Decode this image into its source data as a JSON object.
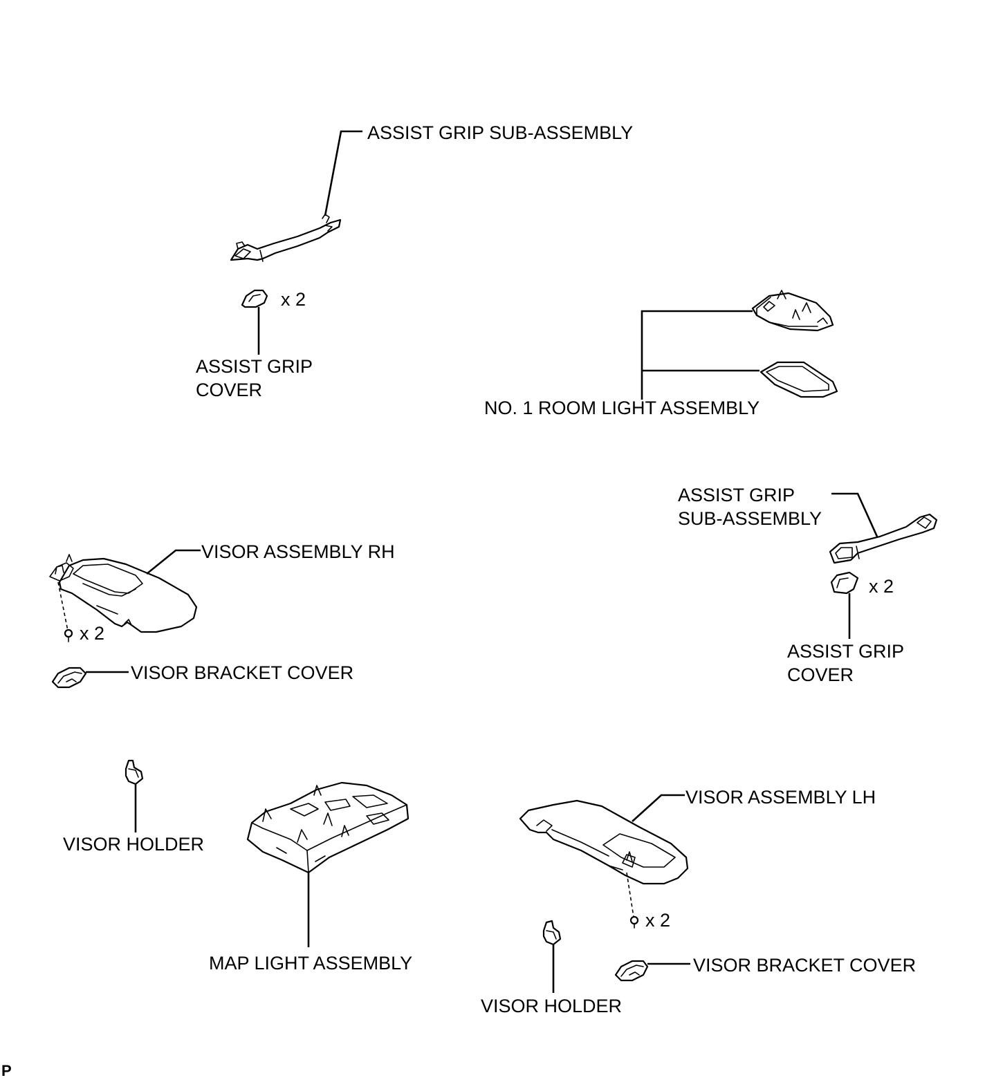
{
  "labels": {
    "assist_grip_sub_assembly_top": "ASSIST GRIP SUB-ASSEMBLY",
    "assist_grip_cover_left": "ASSIST GRIP\nCOVER",
    "room_light": "NO. 1 ROOM LIGHT ASSEMBLY",
    "assist_grip_sub_assembly_right": "ASSIST GRIP\nSUB-ASSEMBLY",
    "assist_grip_cover_right": "ASSIST GRIP\nCOVER",
    "visor_rh": "VISOR ASSEMBLY RH",
    "visor_bracket_cover_left": "VISOR BRACKET COVER",
    "visor_holder_left": "VISOR HOLDER",
    "map_light": "MAP LIGHT ASSEMBLY",
    "visor_lh": "VISOR ASSEMBLY LH",
    "visor_bracket_cover_right": "VISOR BRACKET COVER",
    "visor_holder_right": "VISOR HOLDER"
  },
  "quantities": {
    "grip_cover_left": "x 2",
    "grip_cover_right": "x 2",
    "screw_rh": "x 2",
    "screw_lh": "x 2"
  },
  "figure_code": "P"
}
